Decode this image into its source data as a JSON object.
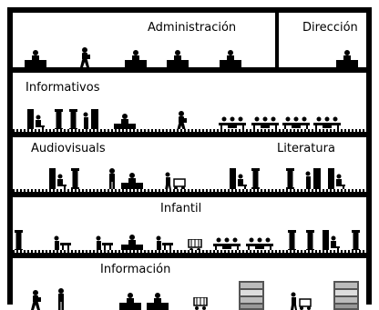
{
  "floors": [
    {
      "sections": [
        {
          "label": "Administración"
        },
        {
          "label": "Dirección"
        }
      ],
      "icons": [
        "desk-person-icon",
        "walking-person-icon",
        "desk-person-icon",
        "desk-person-icon",
        "desk-person-icon",
        "desk-person-icon"
      ]
    },
    {
      "sections": [
        {
          "label": "Informativos"
        }
      ],
      "icons": [
        "reader-shelf-icon",
        "shelf-icon",
        "shelf-icon",
        "person-shelf-icon",
        "desk-person-icon",
        "walking-person-icon",
        "study-table-icon",
        "study-table-icon",
        "study-table-icon",
        "study-table-icon"
      ]
    },
    {
      "sections": [
        {
          "label": "Audiovisuals"
        },
        {
          "label": "Literatura"
        }
      ],
      "icons": [
        "reader-shelf-icon",
        "shelf-icon",
        "standing-person-icon",
        "desk-person-icon",
        "cart-person-icon",
        "reader-shelf-icon",
        "shelf-icon",
        "shelf-icon",
        "person-shelf-icon",
        "reader-shelf-icon"
      ]
    },
    {
      "sections": [
        {
          "label": "Infantil"
        }
      ],
      "icons": [
        "shelf-icon",
        "child-table-icon",
        "child-table-icon",
        "desk-person-icon",
        "child-table-icon",
        "cart-icon",
        "study-table-icon",
        "study-table-icon",
        "shelf-icon",
        "shelf-icon",
        "reader-shelf-icon",
        "shelf-icon"
      ]
    },
    {
      "sections": [
        {
          "label": "Información"
        }
      ],
      "icons": [
        "walking-person-icon",
        "standing-person-icon",
        "desk-person-icon",
        "desk-person-icon",
        "cart-icon",
        "bookcase-icon",
        "cart-person-icon",
        "bookcase-icon"
      ]
    }
  ]
}
